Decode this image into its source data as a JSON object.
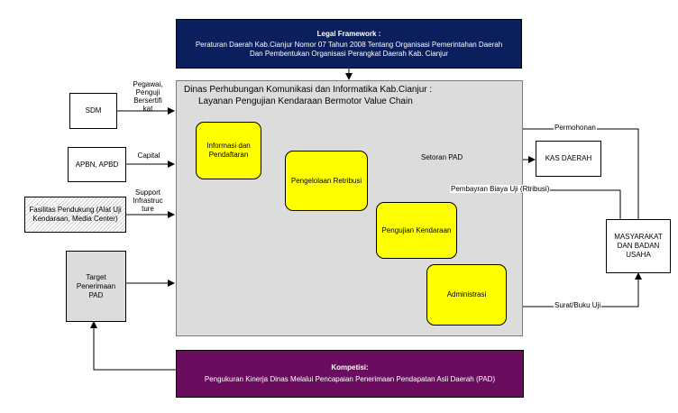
{
  "header": {
    "title": "Legal Framework :",
    "line1": "Peraturan Daerah Kab.Cianjur Nomor 07 Tahun 2008 Tentang Organisasi Pemerintahan Daerah",
    "line2": "Dan Pembentukan Organisasi Perangkat Daerah  Kab. Cianjur"
  },
  "main": {
    "title1": "Dinas Perhubungan Komunikasi dan Informatika Kab.Cianjur :",
    "title2": "Layanan Pengujian Kendaraan Bermotor Value Chain"
  },
  "inputs": {
    "sdm": "SDM",
    "apbn": "APBN, APBD",
    "fasilitas": "Fasilitas Pendukung (Alat Uji Kendaraan, Media Center)",
    "target": "Target Penerimaan PAD"
  },
  "input_labels": {
    "pegawai": "Pegawai, Penguji Bersertifi kat",
    "capital": "Capital",
    "support": "Support Infrastruc ture"
  },
  "process": {
    "informasi": "Informasi dan Pendaftaran",
    "pengelolaan": "Pengelolaan Retribusi",
    "pengujian": "Pengujian Kendaraan",
    "administrasi": "Administrasi"
  },
  "external": {
    "kas": "KAS DAERAH",
    "masyarakat": "MASYARAKAT DAN BADAN USAHA"
  },
  "flow_labels": {
    "permohonan": "Permohonan",
    "setoran": "Setoran PAD",
    "pembayaran": "Pembayran Biaya Uji (Rtribusi)",
    "surat": "Surat/Buku Uji"
  },
  "footer": {
    "title": "Kompetisi:",
    "line1": "Pengukuran Kinerja Dinas Melalui Pencapaian Penerimaan Pendapatan Asli Daerah (PAD)"
  }
}
